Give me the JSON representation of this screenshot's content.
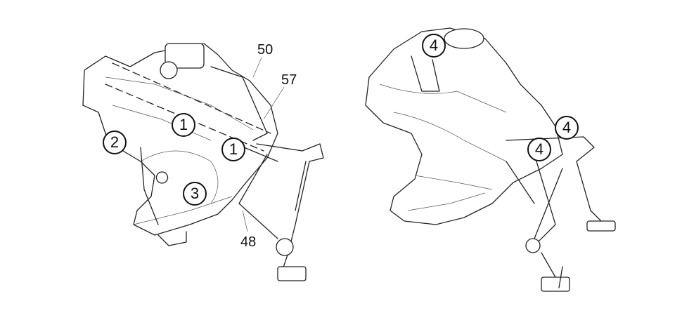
{
  "left_view": {
    "reference_numerals": {
      "tank": "50",
      "seam": "57",
      "frame": "48"
    },
    "callouts": [
      "1",
      "1",
      "2",
      "3"
    ]
  },
  "right_view": {
    "callouts": [
      "4",
      "4",
      "4"
    ]
  }
}
